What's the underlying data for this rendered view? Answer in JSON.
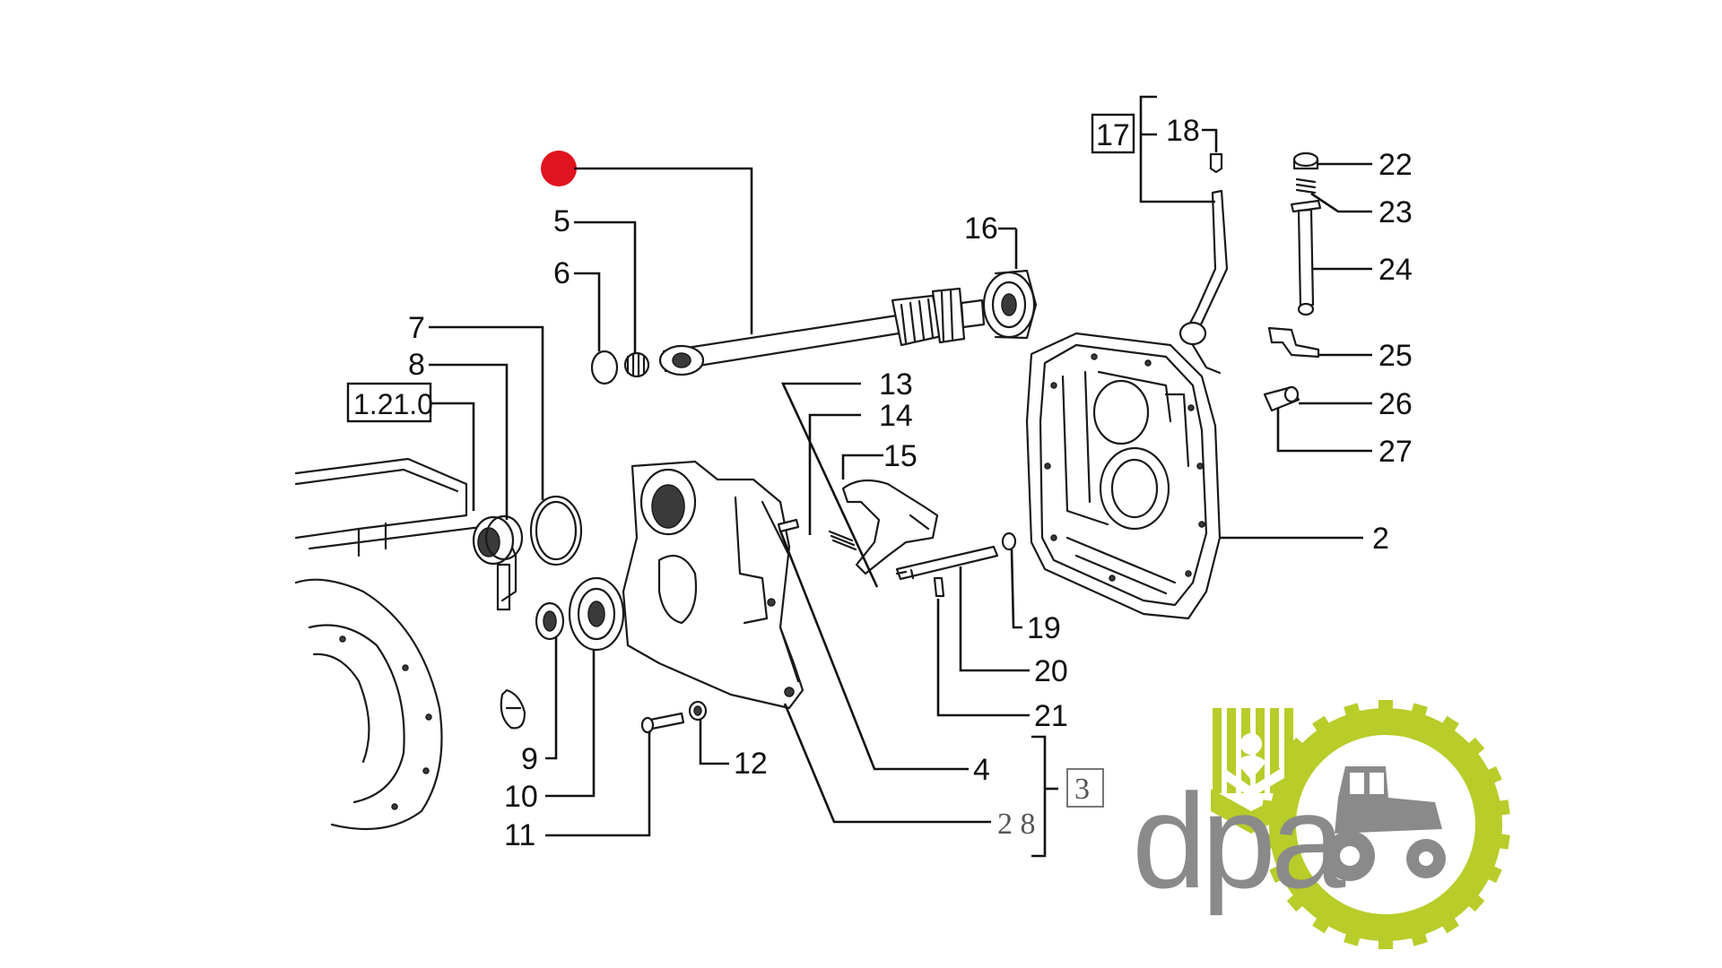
{
  "colors": {
    "marker": "#e0141e",
    "logo_green": "#b8cc2a",
    "logo_grey": "#8a8a8a"
  },
  "logo": {
    "text": "dpa"
  },
  "labels": {
    "boxed_1210": "1.21.0",
    "boxed_17": "17",
    "boxed_3": "3",
    "n2": "2",
    "n4": "4",
    "n5": "5",
    "n6": "6",
    "n7": "7",
    "n8": "8",
    "n9": "9",
    "n10": "10",
    "n11": "11",
    "n12": "12",
    "n13": "13",
    "n14": "14",
    "n15": "15",
    "n16": "16",
    "n18": "18",
    "n19": "19",
    "n20": "20",
    "n21": "21",
    "n22": "22",
    "n23": "23",
    "n24": "24",
    "n25": "25",
    "n26": "26",
    "n27": "27",
    "n28": "2 8"
  }
}
